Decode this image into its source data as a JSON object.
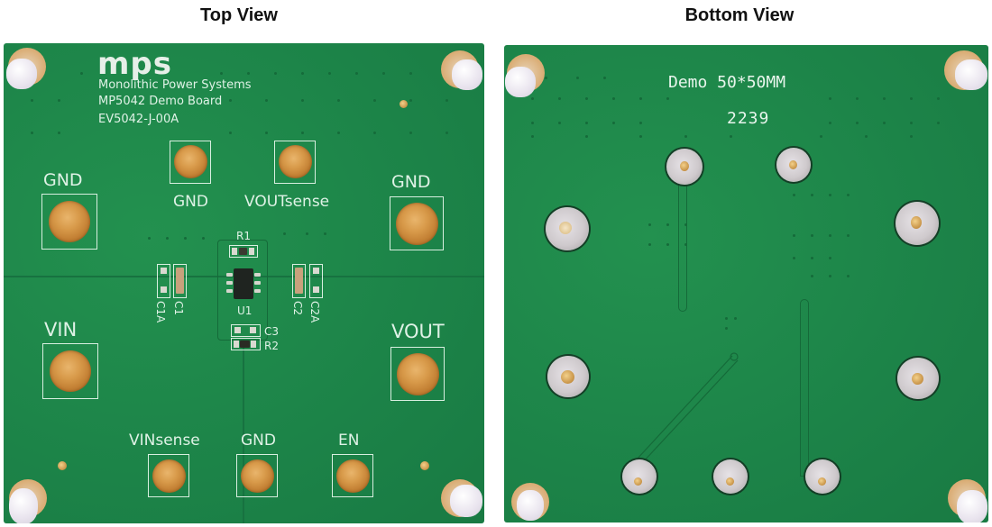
{
  "titles": {
    "top": "Top View",
    "bottom": "Bottom View"
  },
  "top_board": {
    "logo": "mps",
    "company": "Monolithic Power Systems",
    "board_name": "MP5042 Demo Board",
    "part_number": "EV5042-J-00A",
    "connectors": [
      {
        "label": "GND",
        "position": "left-upper"
      },
      {
        "label": "GND",
        "position": "top-center-left"
      },
      {
        "label": "VOUTsense",
        "position": "top-center-right"
      },
      {
        "label": "GND",
        "position": "right-upper"
      },
      {
        "label": "VIN",
        "position": "left-lower"
      },
      {
        "label": "VOUT",
        "position": "right-lower"
      },
      {
        "label": "VINsense",
        "position": "bottom-left"
      },
      {
        "label": "GND",
        "position": "bottom-center"
      },
      {
        "label": "EN",
        "position": "bottom-right"
      }
    ],
    "components": {
      "r1": "R1",
      "u1": "U1",
      "c1": "C1",
      "c1a": "C1A",
      "c2": "C2",
      "c2a": "C2A",
      "c3": "C3",
      "r2": "R2"
    }
  },
  "bottom_board": {
    "label": "Demo 50*50MM",
    "date_code": "2239"
  },
  "colors": {
    "pcb_green": "#1f8a4c",
    "silkscreen": "#dff2e6",
    "gold": "#d89a4a",
    "solder": "#cfcacd"
  }
}
